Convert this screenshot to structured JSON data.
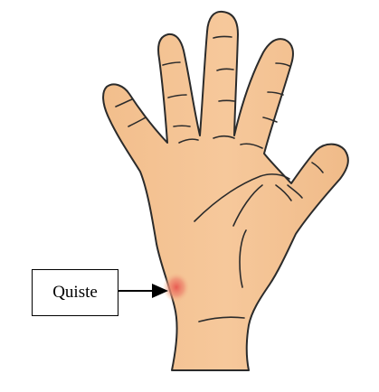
{
  "diagram": {
    "label": "Quiste",
    "colors": {
      "skin": "#F5C596",
      "skin_shadow": "#EBAE7C",
      "outline": "#2B2B2B",
      "cyst": "#E8564F",
      "arrow": "#000000"
    },
    "icons": [
      "hand-illustration",
      "cyst-mark",
      "arrow-icon"
    ]
  }
}
